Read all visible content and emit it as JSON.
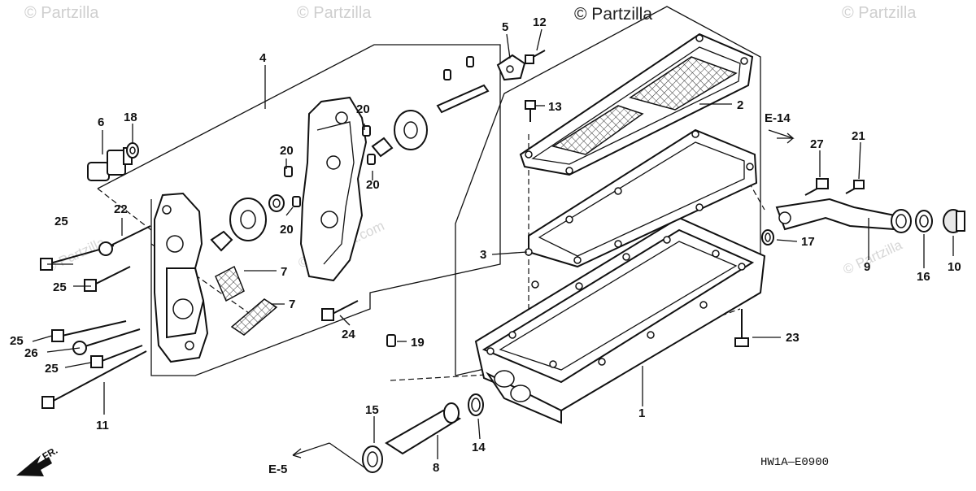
{
  "watermarks": [
    "© Partzilla",
    "© Partzilla",
    "© Partzilla",
    "© Partzilla",
    "© Partzilla",
    "© Partzilla.com",
    "© Partzilla"
  ],
  "callouts": {
    "c1": "1",
    "c2": "2",
    "c3": "3",
    "c4": "4",
    "c5": "5",
    "c6": "6",
    "c7a": "7",
    "c7b": "7",
    "c8": "8",
    "c9": "9",
    "c10": "10",
    "c11": "11",
    "c12": "12",
    "c13": "13",
    "c14": "14",
    "c15": "15",
    "c16": "16",
    "c17": "17",
    "c18": "18",
    "c19": "19",
    "c20a": "20",
    "c20b": "20",
    "c20c": "20",
    "c20d": "20",
    "c21": "21",
    "c22": "22",
    "c23": "23",
    "c24": "24",
    "c25a": "25",
    "c25b": "25",
    "c25c": "25",
    "c25d": "25",
    "c26": "26",
    "c27": "27"
  },
  "references": {
    "e14": "E-14",
    "e5": "E-5"
  },
  "front_marker": "FR.",
  "diagram_code": "HW1A—E0900"
}
